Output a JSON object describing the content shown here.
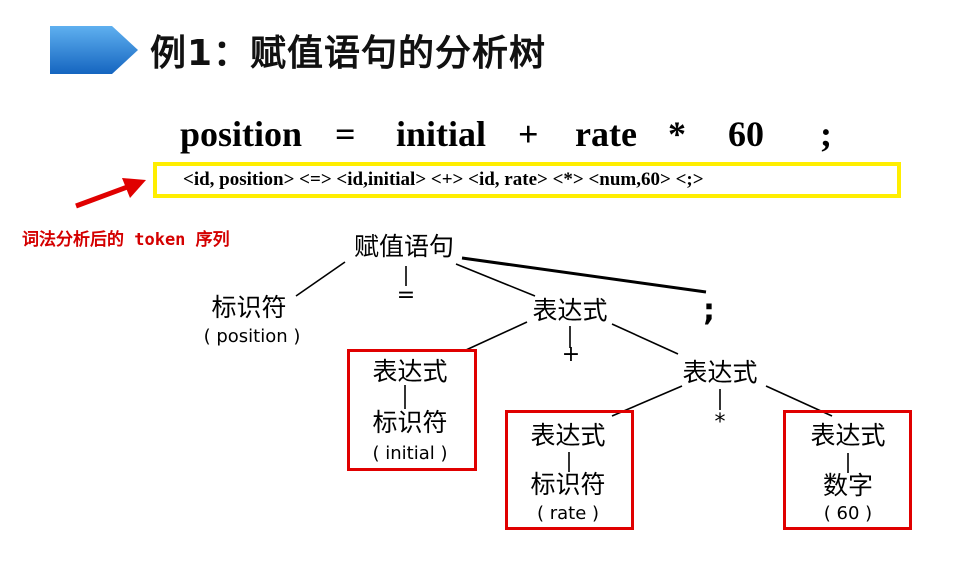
{
  "title": "例1：赋值语句的分析树",
  "statement": {
    "tokens": [
      "position",
      "=",
      "initial",
      "+",
      "rate",
      "*",
      "60",
      ";"
    ]
  },
  "token_sequence": "<id, position>  <=>   <id,initial>  <+> <id, rate> <*> <num,60> <;>",
  "note": "词法分析后的 token 序列",
  "tree": {
    "root": "赋值语句",
    "identifier": "标识符",
    "identifier_sub": "( position )",
    "assign_op": "=",
    "expr_main": "表达式",
    "semicolon": ";",
    "plus_op": "+",
    "expr_left": "表达式",
    "expr_left_id": "标识符",
    "expr_left_sub": "( initial )",
    "expr_right": "表达式",
    "times_op": "*",
    "expr_rate": "表达式",
    "expr_rate_id": "标识符",
    "expr_rate_sub": "( rate )",
    "expr_num": "表达式",
    "expr_num_digit": "数字",
    "expr_num_sub": "( 60 )"
  },
  "colors": {
    "title_arrow": "#1e7fd8",
    "token_box_border": "#ffee00",
    "note": "#d40000",
    "red_box": "#e00000"
  }
}
